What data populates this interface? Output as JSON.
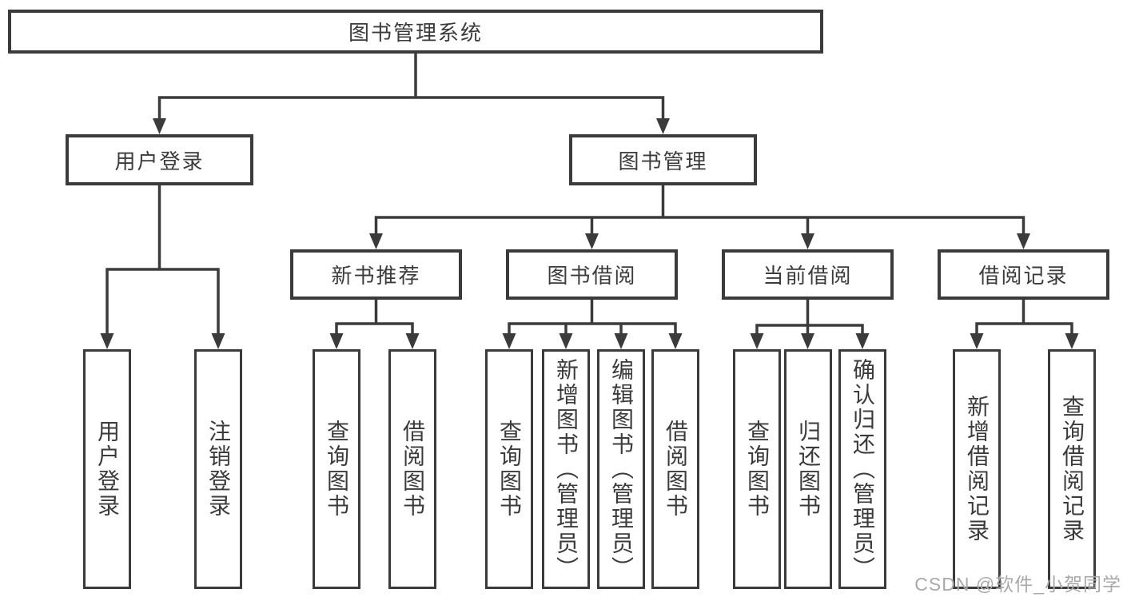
{
  "nodes": {
    "root": {
      "label": "图书管理系统"
    },
    "level2": [
      {
        "label": "用户登录"
      },
      {
        "label": "图书管理"
      }
    ],
    "level3": [
      {
        "label": "新书推荐"
      },
      {
        "label": "图书借阅"
      },
      {
        "label": "当前借阅"
      },
      {
        "label": "借阅记录"
      }
    ],
    "leaves": {
      "user": [
        "用户登录",
        "注销登录"
      ],
      "recommend": [
        "查询图书",
        "借阅图书"
      ],
      "borrow": [
        "查询图书",
        "新增图书（管理员）",
        "编辑图书（管理员）",
        "借阅图书"
      ],
      "current": [
        "查询图书",
        "归还图书",
        "确认归还（管理员）"
      ],
      "records": [
        "新增借阅记录",
        "查询借阅记录"
      ]
    }
  },
  "watermark": "CSDN @软件_小贺同学",
  "colors": {
    "line": "#3b3b3b",
    "box_fill": "#ffffff",
    "watermark": "#a9a9a9"
  }
}
